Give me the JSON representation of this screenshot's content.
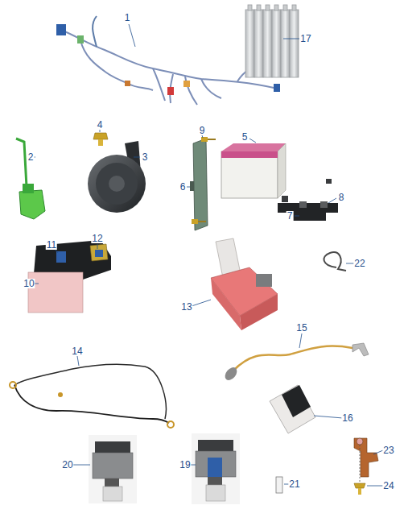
{
  "diagram": {
    "labels": [
      "1",
      "17",
      "2",
      "4",
      "3",
      "9",
      "5",
      "6",
      "8",
      "7",
      "11",
      "12",
      "22",
      "10",
      "13",
      "15",
      "14",
      "16",
      "20",
      "19",
      "21",
      "23",
      "24"
    ]
  }
}
